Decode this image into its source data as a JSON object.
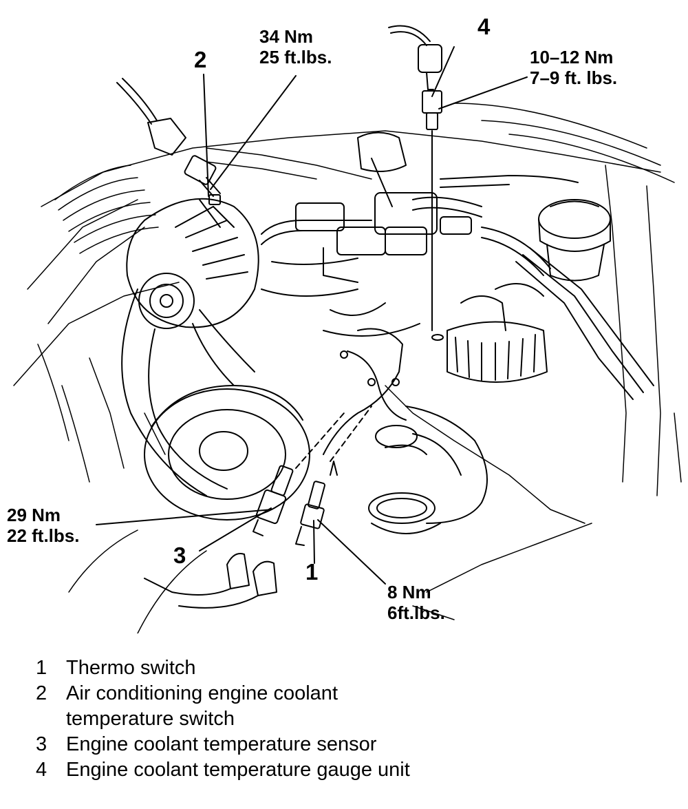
{
  "diagram": {
    "callouts": [
      {
        "id": "1",
        "label": "1"
      },
      {
        "id": "2",
        "label": "2"
      },
      {
        "id": "3",
        "label": "3"
      },
      {
        "id": "4",
        "label": "4"
      }
    ],
    "torque_specs": [
      {
        "for": "2",
        "metric": "34 Nm",
        "imperial": "25 ft.lbs."
      },
      {
        "for": "4",
        "metric": "10–12 Nm",
        "imperial": "7–9 ft. lbs."
      },
      {
        "for": "3",
        "metric": "29 Nm",
        "imperial": "22 ft.lbs."
      },
      {
        "for": "1",
        "metric": "8 Nm",
        "imperial": "6ft.lbs."
      }
    ]
  },
  "legend": [
    {
      "number": "1",
      "text": "Thermo switch"
    },
    {
      "number": "2",
      "text": "Air conditioning engine coolant temperature switch"
    },
    {
      "number": "3",
      "text": "Engine coolant temperature sensor"
    },
    {
      "number": "4",
      "text": "Engine coolant temperature gauge unit"
    }
  ]
}
